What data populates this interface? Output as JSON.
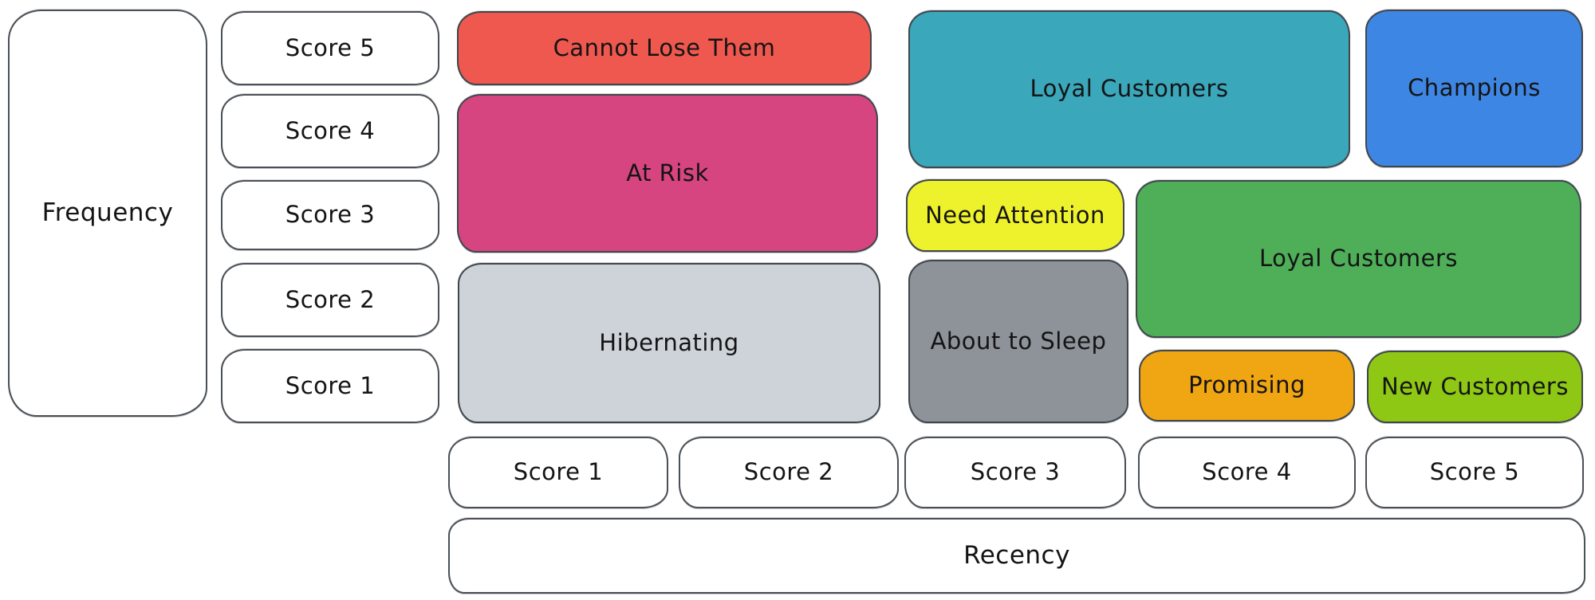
{
  "diagram_type": "rfm-segmentation-matrix",
  "axes": {
    "frequency": {
      "label": "Frequency",
      "scores": [
        "Score 5",
        "Score 4",
        "Score 3",
        "Score 2",
        "Score 1"
      ]
    },
    "recency": {
      "label": "Recency",
      "scores": [
        "Score 1",
        "Score 2",
        "Score 3",
        "Score 4",
        "Score 5"
      ]
    }
  },
  "segments": [
    {
      "label": "Cannot Lose Them",
      "color": "#ee584e",
      "frequency_scores": [
        5
      ],
      "recency_scores": [
        1,
        2
      ]
    },
    {
      "label": "At Risk",
      "color": "#d6457f",
      "frequency_scores": [
        3,
        4
      ],
      "recency_scores": [
        1,
        2
      ]
    },
    {
      "label": "Hibernating",
      "color": "#ced3d9",
      "frequency_scores": [
        1,
        2
      ],
      "recency_scores": [
        1,
        2
      ]
    },
    {
      "label": "Loyal Customers",
      "color": "#3aa7bb",
      "frequency_scores": [
        4,
        5
      ],
      "recency_scores": [
        3,
        4
      ]
    },
    {
      "label": "Champions",
      "color": "#3e86e3",
      "frequency_scores": [
        4,
        5
      ],
      "recency_scores": [
        5
      ]
    },
    {
      "label": "Need Attention",
      "color": "#eef22c",
      "frequency_scores": [
        3
      ],
      "recency_scores": [
        3
      ]
    },
    {
      "label": "Loyal Customers",
      "color": "#4fae58",
      "frequency_scores": [
        2,
        3
      ],
      "recency_scores": [
        4,
        5
      ]
    },
    {
      "label": "About to Sleep",
      "color": "#8d9399",
      "frequency_scores": [
        1,
        2
      ],
      "recency_scores": [
        3
      ]
    },
    {
      "label": "Promising",
      "color": "#f0a513",
      "frequency_scores": [
        1
      ],
      "recency_scores": [
        4
      ]
    },
    {
      "label": "New Customers",
      "color": "#8ec714",
      "frequency_scores": [
        1
      ],
      "recency_scores": [
        5
      ]
    }
  ],
  "colors": {
    "outline": "#40464c",
    "text": "#141414",
    "background": "#ffffff"
  }
}
